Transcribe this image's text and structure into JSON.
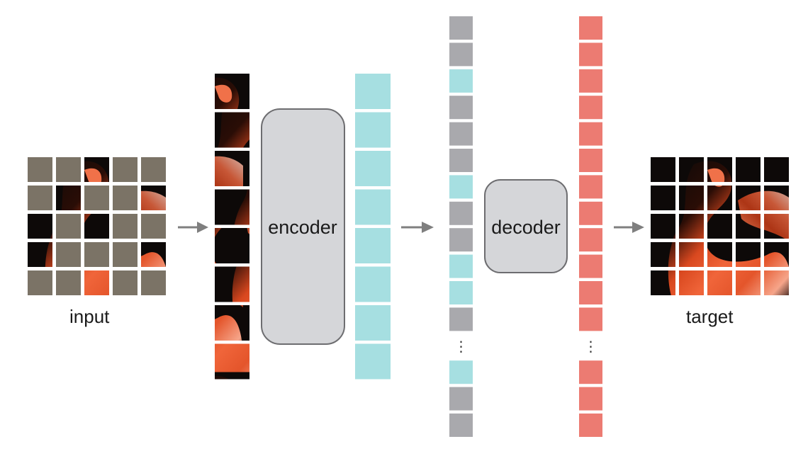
{
  "labels": {
    "input": "input",
    "encoder": "encoder",
    "decoder": "decoder",
    "target": "target"
  },
  "ellipsis": "⋮",
  "grid": {
    "rows": 5,
    "cols": 5,
    "visible_patches": [
      [
        0,
        2
      ],
      [
        1,
        1
      ],
      [
        1,
        4
      ],
      [
        2,
        0
      ],
      [
        2,
        2
      ],
      [
        3,
        0
      ],
      [
        3,
        4
      ],
      [
        4,
        2
      ]
    ]
  },
  "encoder_input_patches": 8,
  "encoder_output_tokens": 8,
  "decoder_input_sequence": [
    "mask",
    "mask",
    "visible",
    "mask",
    "mask",
    "mask",
    "visible",
    "mask",
    "mask",
    "visible",
    "visible",
    "mask",
    "ellipsis",
    "visible",
    "mask",
    "mask"
  ],
  "decoder_output_sequence": [
    "out",
    "out",
    "out",
    "out",
    "out",
    "out",
    "out",
    "out",
    "out",
    "out",
    "out",
    "out",
    "ellipsis",
    "out",
    "out",
    "out"
  ],
  "colors": {
    "mask_patch": "#7b7366",
    "mask_token": "#a9a9ad",
    "encoded_token": "#a6dfe1",
    "decoded_token": "#ec7b72",
    "block": "#d5d6d9",
    "block_border": "#6d6d70",
    "arrow": "#7f7f7f",
    "photo_dark": "#0d0908",
    "photo_orange": "#e4552b",
    "photo_light": "#f39a7a"
  },
  "icons": [
    "arrow-right-icon"
  ]
}
